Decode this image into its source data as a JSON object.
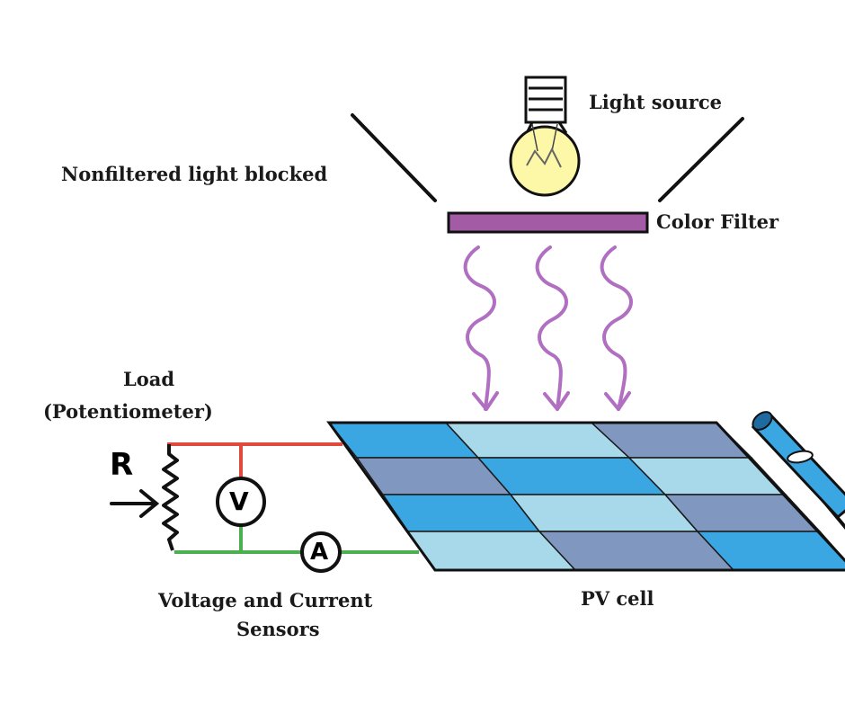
{
  "labels": {
    "light_source": "Light source",
    "color_filter": "Color Filter",
    "nonfiltered": "Nonfiltered light blocked",
    "load_line1": "Load",
    "load_line2": "(Potentiometer)",
    "resistance_symbol": "R",
    "voltmeter_symbol": "V",
    "ammeter_symbol": "A",
    "sensors_line1": "Voltage and Current",
    "sensors_line2": "Sensors",
    "pv_cell": "PV cell"
  },
  "colors": {
    "filter": "#a35ba5",
    "light_waves": "#b06fc0",
    "bulb_glass": "#fdf8a8",
    "wire_positive": "#e04a3c",
    "wire_negative": "#4caf50",
    "pv_blue": "#3aa6e2",
    "pv_slate": "#8098c0",
    "pv_light": "#a7d9ea"
  },
  "icons": [
    "light-bulb-icon",
    "potentiometer-icon",
    "voltmeter-icon",
    "ammeter-icon",
    "arrow-icon"
  ]
}
